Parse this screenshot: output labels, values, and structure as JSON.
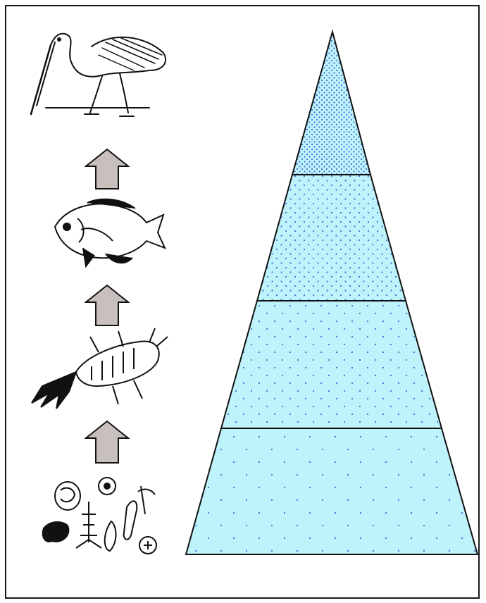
{
  "diagram": {
    "type": "food-chain-energy-pyramid",
    "organisms": [
      {
        "level": 4,
        "name": "heron",
        "icon": "heron-icon"
      },
      {
        "level": 3,
        "name": "sunfish",
        "icon": "fish-icon"
      },
      {
        "level": 2,
        "name": "aquatic-insect-larva",
        "icon": "insect-larva-icon"
      },
      {
        "level": 1,
        "name": "plankton-algae",
        "icon": "plankton-icon"
      }
    ],
    "arrow_icon": "up-arrow-icon",
    "colors": {
      "pyramid_fill": "#bff3fb",
      "pyramid_dots": "#3b6fd8",
      "arrow_fill": "#c8c0bc",
      "outline": "#111111"
    }
  }
}
